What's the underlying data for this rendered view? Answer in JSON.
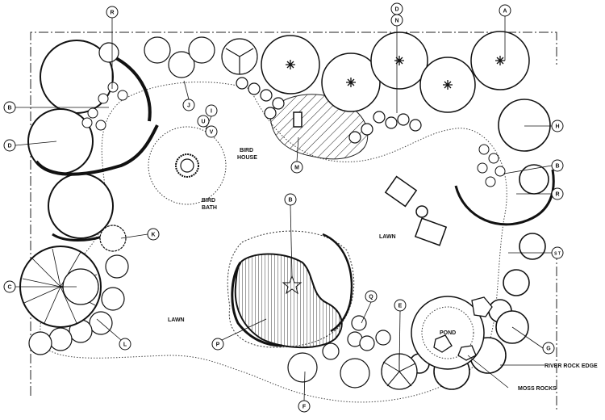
{
  "plan": {
    "area_labels": {
      "lawn_center": "LAWN",
      "lawn_left": "LAWN",
      "bird_house": [
        "BIRD",
        "HOUSE"
      ],
      "bird_bath": [
        "BIRD",
        "BATH"
      ],
      "pond": "POND",
      "river_rock_edge": "RIVER ROCK EDGE",
      "moss_rocks": "MOSS ROCKS"
    },
    "keys": {
      "A": "A",
      "B": "B",
      "C": "C",
      "D": "D",
      "E": "E",
      "F": "F",
      "G": "G",
      "H": "H",
      "I": "I",
      "J": "J",
      "K": "K",
      "L": "L",
      "M": "M",
      "N": "N",
      "P": "P",
      "Q": "Q",
      "R": "R",
      "S": "S",
      "T": "T",
      "U": "U",
      "V": "V",
      "DN": [
        "D",
        "N"
      ],
      "ST": "S T"
    }
  }
}
